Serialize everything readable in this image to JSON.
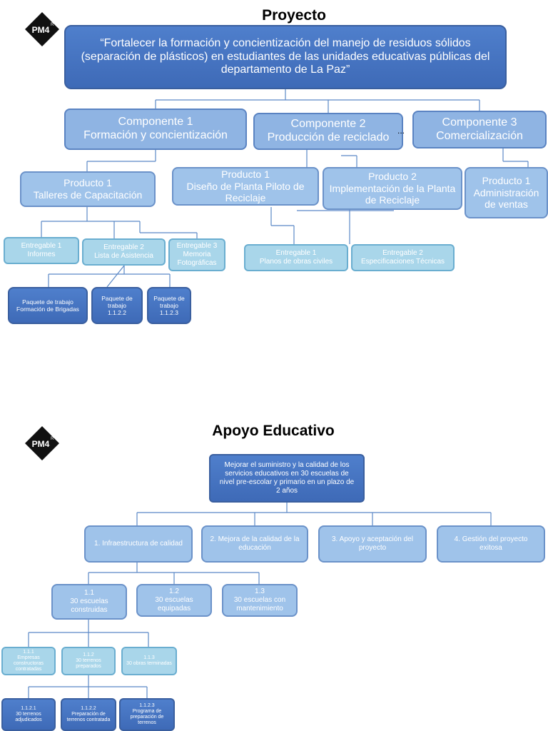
{
  "section1": {
    "title": "Proyecto",
    "logo_text": "PM4",
    "logo_sup": "R",
    "root": "“Fortalecer la formación y concientización del manejo de residuos sólidos (separación de plásticos) en estudiantes de las unidades educativas públicas del departamento de La Paz”",
    "components": [
      {
        "line1": "Componente 1",
        "line2": "Formación y concientización"
      },
      {
        "line1": "Componente 2",
        "line2": "Producción de reciclado"
      },
      {
        "line1": "Componente 3",
        "line2": "Comercialización"
      }
    ],
    "ellipsis": "...",
    "products": [
      {
        "line1": "Producto 1",
        "line2": "Talleres de Capacitación"
      },
      {
        "line1": "Producto 1",
        "line2": "Diseño de Planta Piloto de Reciclaje"
      },
      {
        "line1": "Producto 2",
        "line2": "Implementación de la Planta de Reciclaje"
      },
      {
        "line1": "Producto 1",
        "line2": "Administración de ventas"
      }
    ],
    "deliverables": [
      {
        "line1": "Entregable 1",
        "line2": "Informes"
      },
      {
        "line1": "Entregable 2",
        "line2": "Lista de Asistencia"
      },
      {
        "line1": "Entregable 3",
        "line2": "Memoria Fotográficas"
      },
      {
        "line1": "Entregable 1",
        "line2": "Planos de obras civiles"
      },
      {
        "line1": "Entregable 2",
        "line2": "Especificaciones Técnicas"
      }
    ],
    "work_packages": [
      {
        "text": "Paquete de trabajo Formación de Brigadas"
      },
      {
        "text": "Paquete de trabajo 1.1.2.2"
      },
      {
        "text": "Paquete de trabajo 1.1.2.3"
      }
    ]
  },
  "section2": {
    "title": "Apoyo Educativo",
    "logo_text": "PM4",
    "logo_sup": "R",
    "root": "Mejorar el suministro y la calidad de los servicios educativos en 30 escuelas de nivel pre-escolar y primario en un plazo de 2 años",
    "level1": [
      {
        "text": "1. Infraestructura de calidad"
      },
      {
        "text": "2. Mejora de la calidad de la educación"
      },
      {
        "text": "3. Apoyo y aceptación del proyecto"
      },
      {
        "text": "4. Gestión del proyecto exitosa"
      }
    ],
    "level2": [
      {
        "code": "1.1",
        "text": "30 escuelas construidas"
      },
      {
        "code": "1.2",
        "text": "30 escuelas equipadas"
      },
      {
        "code": "1.3",
        "text": "30 escuelas con mantenimiento"
      }
    ],
    "level3": [
      {
        "code": "1.1.1",
        "text": "Empresas constructoras contratadas"
      },
      {
        "code": "1.1.2",
        "text": "30 terrenos preparados"
      },
      {
        "code": "1.1.3",
        "text": "30 obras terminadas"
      }
    ],
    "level4": [
      {
        "code": "1.1.2.1",
        "text": "30 terrenos adjudicados"
      },
      {
        "code": "1.1.2.2",
        "text": "Preparación de terrenos contratada"
      },
      {
        "code": "1.1.2.3",
        "text": "Programa de preparación de terrenos"
      }
    ]
  },
  "colors": {
    "dark": "#4472c4",
    "mid": "#8fb4e3",
    "light": "#9fc3ea",
    "pale": "#a9d6ea",
    "connector": "#5b88c6"
  }
}
